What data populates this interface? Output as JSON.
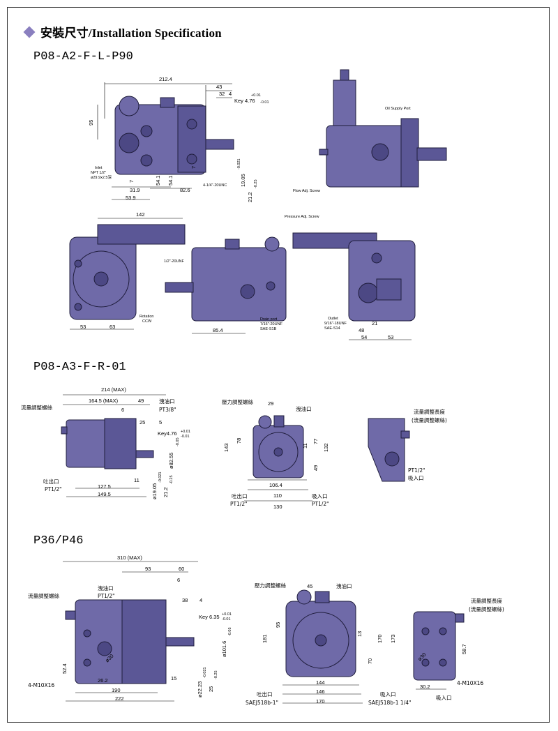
{
  "header": {
    "title": "安裝尺寸/Installation Specification"
  },
  "colors": {
    "pump_body": "#6f6aa8",
    "accent_diamond": "#8a7fbf"
  },
  "models": {
    "m1": "P08-A2-F-L-P90",
    "m2": "P08-A3-F-R-01",
    "m3": "P36/P46"
  },
  "s1": {
    "d212_4": "212.4",
    "d43": "43",
    "d32": "32",
    "d4": "4",
    "key": "Key 4.76",
    "key_tol_up": "+0.01",
    "key_tol_dn": "-0.01",
    "d95": "95",
    "inlet": "Inlet",
    "inlet2": "NPT 1/2\"",
    "inlet3": "ø29.9x2.5深",
    "d7a": "7",
    "d54_1": "54.1",
    "d7b": "7",
    "d31_9": "31.9",
    "d82_6": "82.6",
    "d53_9": "53.9",
    "bolt": "4-1/4\"-20UNC",
    "d19_05": "19.05",
    "d19_05_tol": "-0.021",
    "d21_2": "21.2",
    "d21_2_tol": "-0.25",
    "oil_supply": "Oil Supply Port",
    "flow_adj": "Flow Adj. Screw",
    "d142": "142",
    "unf": "1/2\"-20UNF",
    "rotation": "Rotation",
    "ccw": "CCW",
    "d53": "53",
    "d63": "63",
    "drain": "Drain port",
    "drain2": "7/16\"-20UNF",
    "drain3": "SAE-S1B",
    "d85_4": "85.4",
    "pressure_adj": "Pressure Adj. Screw",
    "outlet": "Outlet",
    "outlet2": "9/16\"-18UNF",
    "outlet3": "SAE-S14",
    "d21": "21",
    "d48": "48",
    "d54": "54",
    "d53b": "53"
  },
  "s2": {
    "d214": "214 (MAX)",
    "d164_5": "164.5 (MAX)",
    "d49": "49",
    "d6": "6",
    "d25": "25",
    "d5": "5",
    "flow_screw": "流量調整螺絲",
    "leak": "洩油口",
    "leak_pt": "PT3/8\"",
    "key": "Key4.76",
    "key_tol_up": "+0.01",
    "key_tol_dn": "-0.01",
    "d82_55": "ø82.55",
    "d82_55_tol": "-0.05",
    "d19_05": "ø19.05",
    "d19_05_tol": "-0.021",
    "d21_2": "21.2",
    "d21_2_tol": "-0.25",
    "d11": "11",
    "d127_5": "127.5",
    "d149_5": "149.5",
    "outlet": "吐出口",
    "outlet_pt": "PT1/2\"",
    "pressure_screw": "壓力調整螺絲",
    "leak2": "洩油口",
    "d29": "29",
    "d143": "143",
    "d78": "78",
    "d11b": "11",
    "d77": "77",
    "d132": "132",
    "d49b": "49",
    "d106_4": "106.4",
    "d110": "110",
    "d130": "130",
    "outlet2": "吐出口",
    "outlet2_pt": "PT1/2\"",
    "inlet": "吸入口",
    "inlet_pt": "PT1/2\"",
    "flow_len": "流量調整長度",
    "flow_len2": "(流量調整螺絲)",
    "pt": "PT1/2\"",
    "inlet_r": "吸入口"
  },
  "s3": {
    "d310": "310 (MAX)",
    "d93": "93",
    "d60": "60",
    "d6": "6",
    "d38": "38",
    "d4": "4",
    "flow_screw": "流量調整螺絲",
    "leak": "洩油口",
    "leak_pt": "PT1/2\"",
    "key": "Key 6.35",
    "key_tol_up": "+0.01",
    "key_tol_dn": "-0.01",
    "d101_6": "ø101.6",
    "d101_6_tol": "-0.05",
    "d30": "ø30",
    "bolt": "4-M10X16",
    "d52_4": "52.4",
    "d26_2": "26.2",
    "d15": "15",
    "d22_23": "ø22.23",
    "d22_23_tol": "-0.021",
    "d25": "25",
    "d25_tol": "-0.25",
    "d190": "190",
    "d222": "222",
    "pressure_screw": "壓力調整螺絲",
    "d45": "45",
    "leak2": "洩油口",
    "d181": "181",
    "d95": "95",
    "d13": "13",
    "d170": "170",
    "d173": "173",
    "d70": "70",
    "d144": "144",
    "d146": "146",
    "d170b": "170",
    "outlet": "吐出口",
    "outlet_sae": "SAEJ518b-1\"",
    "inlet": "吸入口",
    "inlet_sae": "SAEJ518b-1 1/4\"",
    "flow_len": "流量調整長度",
    "flow_len2": "(流量調整螺絲)",
    "d30r": "ø30",
    "d58_7": "58.7",
    "d30_2": "30.2",
    "bolt_r": "4-M10X16",
    "inlet_r": "吸入口"
  }
}
